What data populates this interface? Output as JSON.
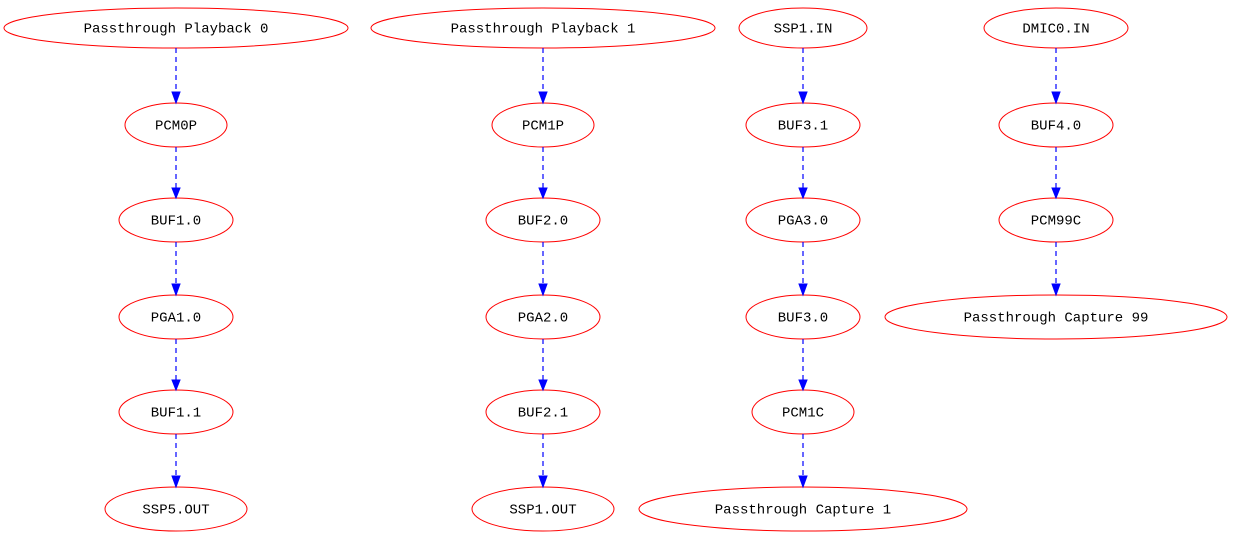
{
  "diagram": {
    "colors": {
      "node_stroke": "#ff0000",
      "edge_stroke": "#0000ff",
      "text": "#000000",
      "background": "#ffffff"
    },
    "pipelines": [
      {
        "nodes": [
          "Passthrough Playback 0",
          "PCM0P",
          "BUF1.0",
          "PGA1.0",
          "BUF1.1",
          "SSP5.OUT"
        ]
      },
      {
        "nodes": [
          "Passthrough Playback 1",
          "PCM1P",
          "BUF2.0",
          "PGA2.0",
          "BUF2.1",
          "SSP1.OUT"
        ]
      },
      {
        "nodes": [
          "SSP1.IN",
          "BUF3.1",
          "PGA3.0",
          "BUF3.0",
          "PCM1C",
          "Passthrough Capture 1"
        ]
      },
      {
        "nodes": [
          "DMIC0.IN",
          "BUF4.0",
          "PCM99C",
          "Passthrough Capture 99"
        ]
      }
    ]
  }
}
